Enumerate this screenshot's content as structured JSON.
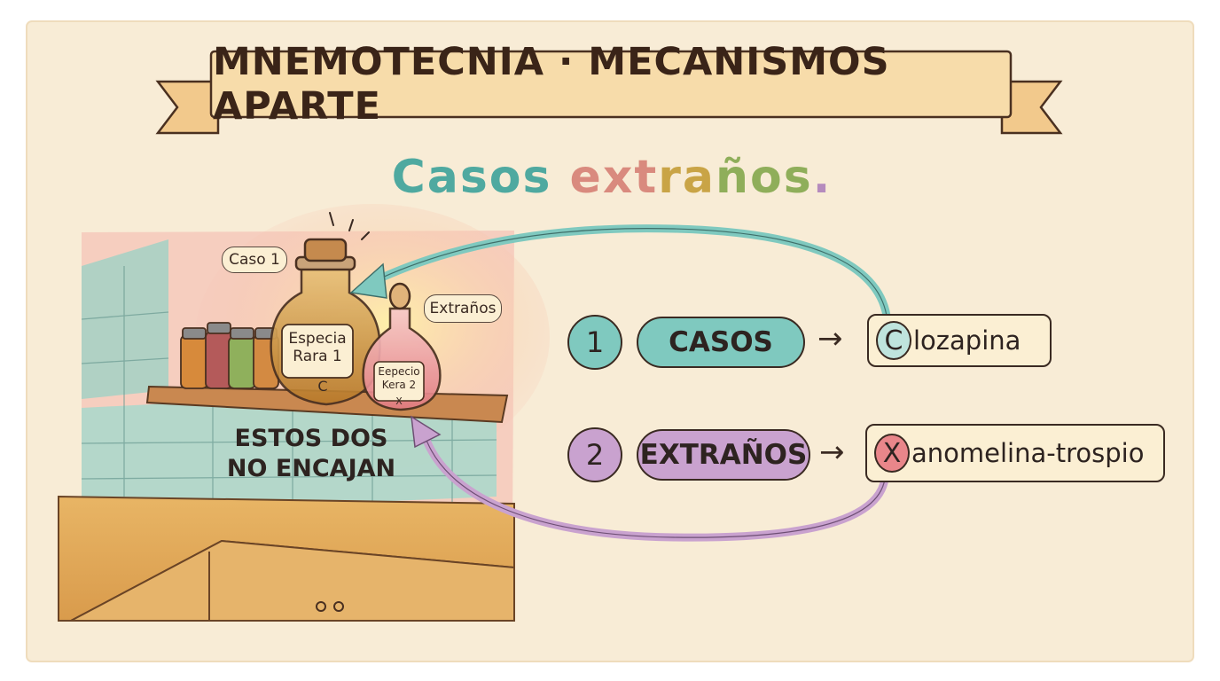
{
  "title": "MNEMOTECNIA · MECANISMOS APARTE",
  "subtitle": {
    "parts": [
      "Casos ",
      "ext",
      "ra",
      "ños",
      "."
    ]
  },
  "scene": {
    "tag_case1": "Caso 1",
    "tag_strange": "Extraños",
    "jar1_label_line1": "Especia",
    "jar1_label_line2": "Rara 1",
    "jar1_letter": "C",
    "jar2_label_line1": "Eepecio",
    "jar2_label_line2": "Kera 2",
    "jar2_letter": "X",
    "caption_line1": "ESTOS DOS",
    "caption_line2": "NO ENCAJAN"
  },
  "rows": [
    {
      "number": "1",
      "word": "CASOS",
      "arrow": "→",
      "drug_initial": "C",
      "drug_rest": "lozapina",
      "color": "#7fc9bf"
    },
    {
      "number": "2",
      "word": "EXTRAÑOS",
      "arrow": "→",
      "drug_initial": "X",
      "drug_rest": "anomelina-trospio",
      "color": "#c9a2cf"
    }
  ],
  "colors": {
    "paper": "#f8ecd6",
    "banner": "#f6d9a8",
    "teal": "#7fc9bf",
    "purple": "#c9a2cf",
    "x_red": "#e9868a"
  }
}
